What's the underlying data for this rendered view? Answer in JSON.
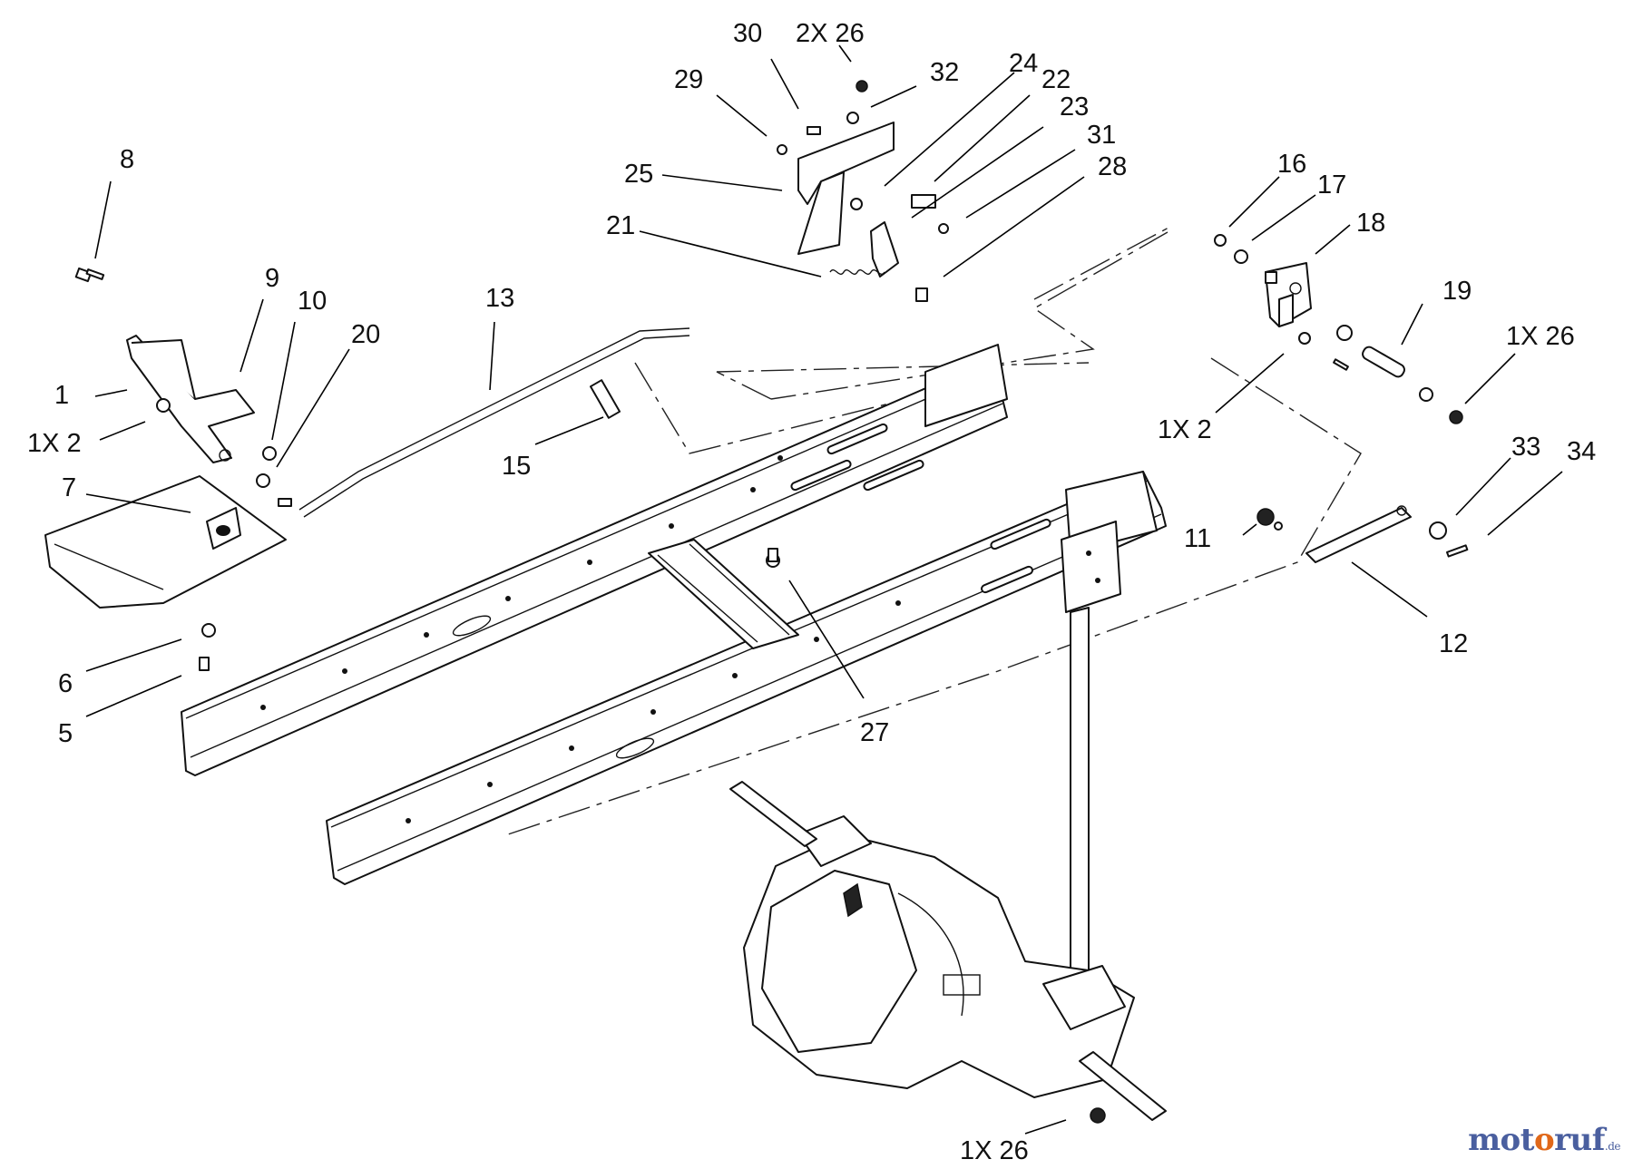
{
  "callouts": {
    "c1": "1",
    "c2a": "1X 2",
    "c2b": "1X 2",
    "c5": "5",
    "c6": "6",
    "c7": "7",
    "c8": "8",
    "c9": "9",
    "c10": "10",
    "c11": "11",
    "c12": "12",
    "c13": "13",
    "c15": "15",
    "c16": "16",
    "c17": "17",
    "c18": "18",
    "c19": "19",
    "c20": "20",
    "c21": "21",
    "c22": "22",
    "c23": "23",
    "c24": "24",
    "c25": "25",
    "c26a": "2X 26",
    "c26b": "1X 26",
    "c26c": "1X 26",
    "c27": "27",
    "c28": "28",
    "c29": "29",
    "c30": "30",
    "c31": "31",
    "c32": "32",
    "c33": "33",
    "c34": "34"
  },
  "watermark": {
    "part1": "mot",
    "part2": "o",
    "part3": "ruf",
    "part4": ".de"
  }
}
